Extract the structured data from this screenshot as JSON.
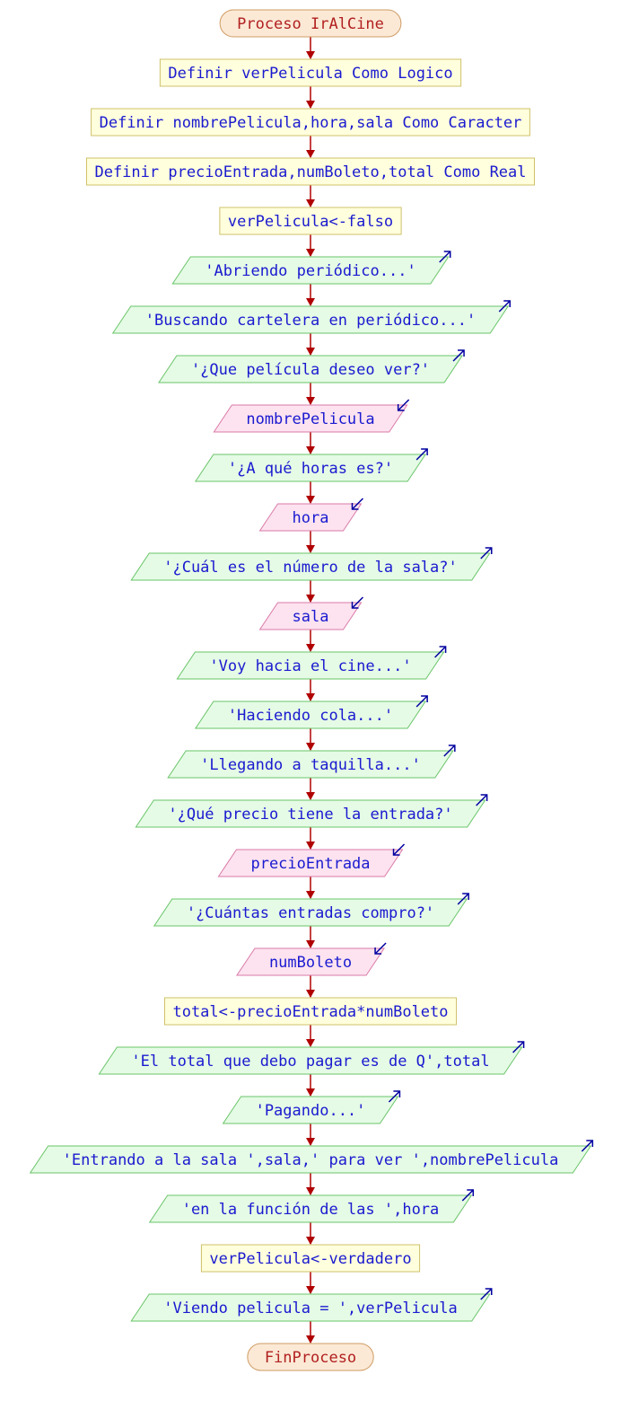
{
  "colors": {
    "terminal_fill": "#fbe9d6",
    "terminal_stroke": "#cf9c63",
    "terminal_text": "#b22020",
    "process_fill": "#ffffdd",
    "process_stroke": "#cfc06a",
    "output_fill": "#e5fbe5",
    "output_stroke": "#6ac46a",
    "input_fill": "#fde3ef",
    "input_stroke": "#d97aa8",
    "text": "#1a1ad0",
    "arrow": "#b00000",
    "io_arrow": "#0000a0"
  },
  "nodes": [
    {
      "type": "terminal",
      "text": "Proceso IrAlCine"
    },
    {
      "type": "process",
      "text": "Definir verPelicula Como Logico"
    },
    {
      "type": "process",
      "text": "Definir nombrePelicula,hora,sala Como Caracter"
    },
    {
      "type": "process",
      "text": "Definir precioEntrada,numBoleto,total Como Real"
    },
    {
      "type": "process",
      "text": "verPelicula<-falso"
    },
    {
      "type": "output",
      "text": "'Abriendo periódico...'"
    },
    {
      "type": "output",
      "text": "'Buscando cartelera en periódico...'"
    },
    {
      "type": "output",
      "text": "'¿Que película deseo ver?'"
    },
    {
      "type": "input",
      "text": "nombrePelicula"
    },
    {
      "type": "output",
      "text": "'¿A qué horas es?'"
    },
    {
      "type": "input",
      "text": "hora"
    },
    {
      "type": "output",
      "text": "'¿Cuál es el número de la sala?'"
    },
    {
      "type": "input",
      "text": "sala"
    },
    {
      "type": "output",
      "text": "'Voy hacia el cine...'"
    },
    {
      "type": "output",
      "text": "'Haciendo cola...'"
    },
    {
      "type": "output",
      "text": "'Llegando a taquilla...'"
    },
    {
      "type": "output",
      "text": "'¿Qué precio tiene la entrada?'"
    },
    {
      "type": "input",
      "text": "precioEntrada"
    },
    {
      "type": "output",
      "text": "'¿Cuántas entradas compro?'"
    },
    {
      "type": "input",
      "text": "numBoleto"
    },
    {
      "type": "process",
      "text": "total<-precioEntrada*numBoleto"
    },
    {
      "type": "output",
      "text": "'El total que debo pagar es de Q',total"
    },
    {
      "type": "output",
      "text": "'Pagando...'"
    },
    {
      "type": "output",
      "text": "'Entrando a la sala ',sala,' para ver ',nombrePelicula"
    },
    {
      "type": "output",
      "text": "'en la función de las ',hora"
    },
    {
      "type": "process",
      "text": "verPelicula<-verdadero"
    },
    {
      "type": "output",
      "text": "'Viendo pelicula = ',verPelicula"
    },
    {
      "type": "terminal",
      "text": "FinProceso"
    }
  ]
}
